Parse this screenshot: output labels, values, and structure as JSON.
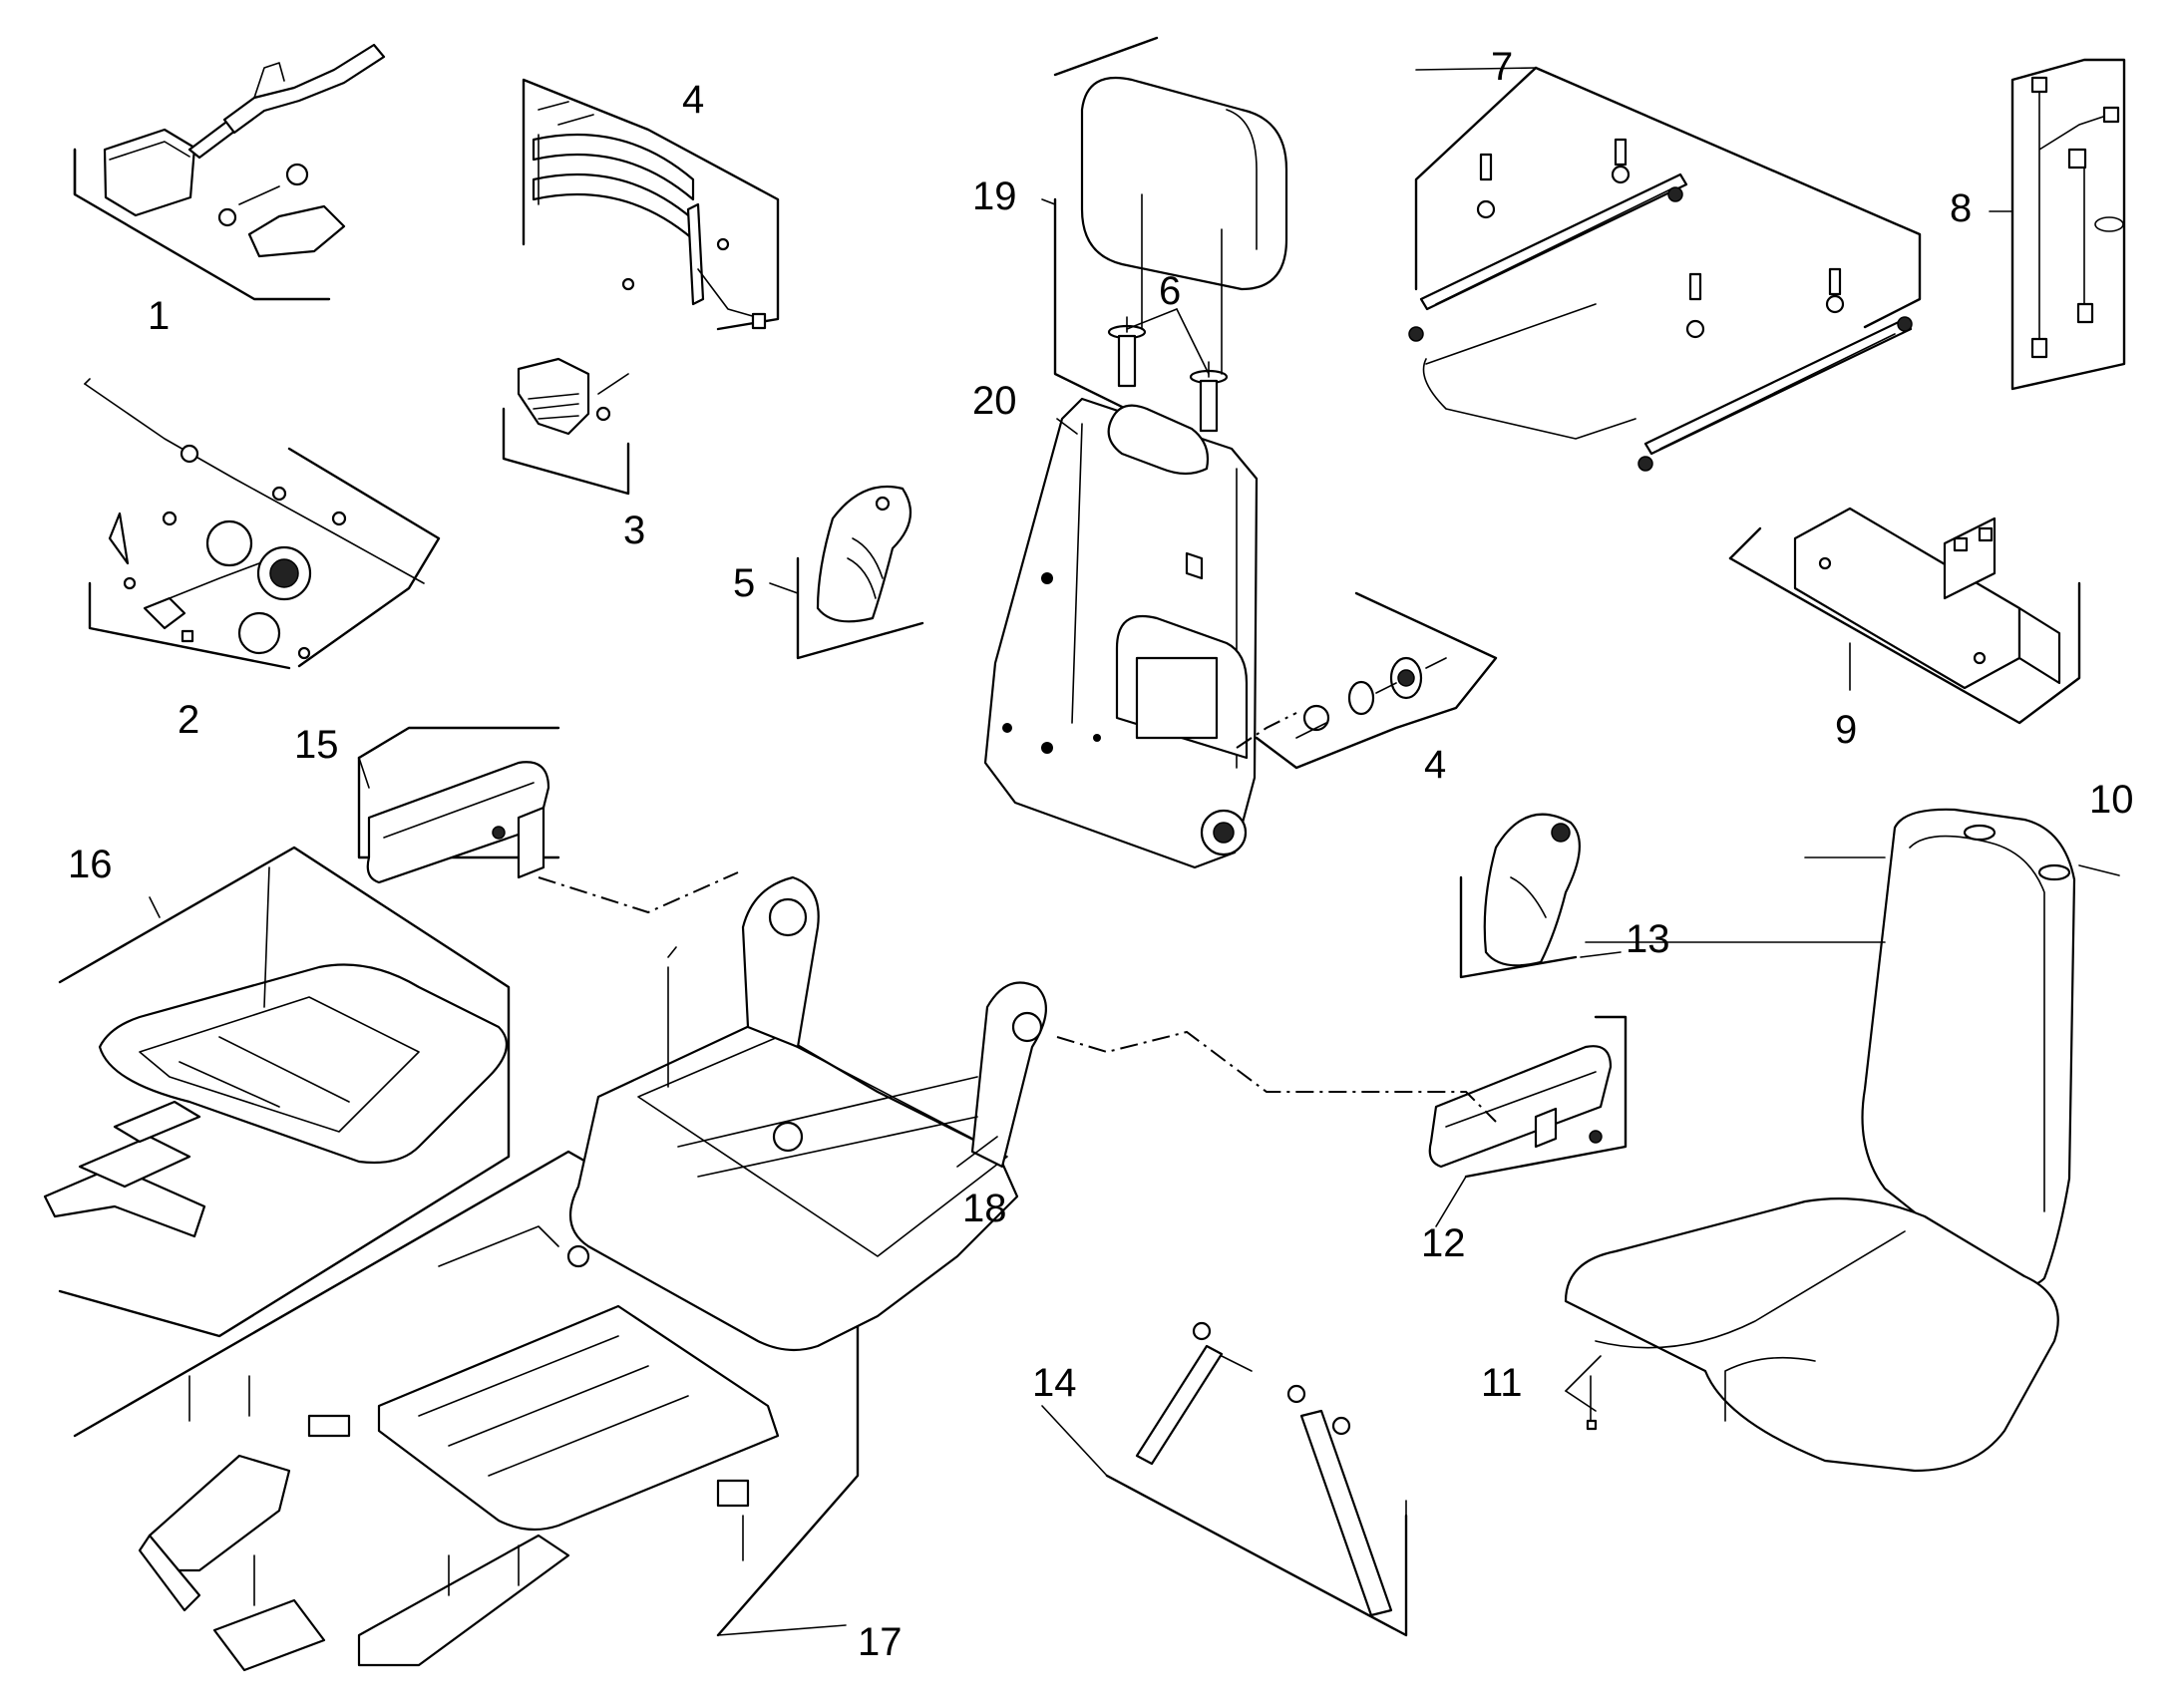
{
  "callouts": {
    "c1": "1",
    "c2": "2",
    "c3": "3",
    "c4a": "4",
    "c4b": "4",
    "c5": "5",
    "c6": "6",
    "c7": "7",
    "c8": "8",
    "c9": "9",
    "c10": "10",
    "c11": "11",
    "c12": "12",
    "c13": "13",
    "c14": "14",
    "c15": "15",
    "c16": "16",
    "c17": "17",
    "c18": "18",
    "c19": "19",
    "c20": "20"
  }
}
